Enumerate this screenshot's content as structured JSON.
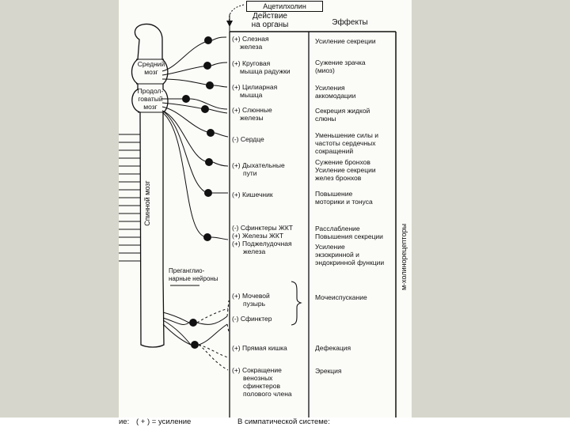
{
  "header": {
    "acetylcholine": "Ацетилхолин",
    "action_line1": "Действие",
    "action_line2": "на органы",
    "effects": "Эффекты"
  },
  "brain": {
    "midbrain_line1": "Средний",
    "midbrain_line2": "мозг",
    "medulla_line1": "Продол-",
    "medulla_line2": "говатый",
    "medulla_line3": "мозг",
    "spinal_cord": "Спинной мозг",
    "preganglionic_line1": "Преганглио-",
    "preganglionic_line2": "нарные нейроны"
  },
  "receptors_label": "м-холинорецепторы",
  "rows": [
    {
      "organ": [
        "(+) Слезная",
        "железа"
      ],
      "effect": [
        "Усиление секреции"
      ]
    },
    {
      "organ": [
        "(+) Круговая",
        "мышца радужки"
      ],
      "effect": [
        "Сужение зрачка",
        "(миоз)"
      ]
    },
    {
      "organ": [
        "(+) Цилиарная",
        "мышца"
      ],
      "effect": [
        "Усиления",
        "аккомодации"
      ]
    },
    {
      "organ": [
        "(+) Слюнные",
        "железы"
      ],
      "effect": [
        "Секреция жидкой",
        "слюны"
      ]
    },
    {
      "organ": [
        "(-) Сердце"
      ],
      "effect": [
        "Уменьшение силы и",
        "частоты сердечных",
        "сокращений"
      ]
    },
    {
      "organ": [
        "(+) Дыхательные",
        "пути"
      ],
      "effect": [
        "Сужение бронхов",
        "Усиление секреции",
        "желез бронхов"
      ]
    },
    {
      "organ": [
        "(+) Кишечник"
      ],
      "effect": [
        "Повышение",
        "моторики и тонуса"
      ]
    },
    {
      "organ": [
        "(-) Сфинктеры ЖКТ",
        "(+) Железы ЖКТ",
        "(+) Поджелудочная",
        "железа"
      ],
      "effect": [
        "Расслабление",
        "Повышения секреции",
        "Усиление",
        "экзокринной и",
        "эндокринной функции"
      ]
    },
    {
      "organ": [
        "(+) Мочевой",
        "пузырь"
      ],
      "effect": [
        "Мочеиспускание"
      ]
    },
    {
      "organ": [
        "(-) Сфинктер"
      ],
      "effect": []
    },
    {
      "organ": [
        "(+) Прямая кишка"
      ],
      "effect": [
        "Дефекация"
      ]
    },
    {
      "organ": [
        "(+) Сокращение",
        "венозных",
        "сфинктеров",
        "полового члена"
      ],
      "effect": [
        "Эрекция"
      ]
    }
  ],
  "footer": {
    "legend_prefix": "ие:",
    "legend_symbol": "( + ) = усиление",
    "sympathetic_note": "В симпатической системе:"
  }
}
